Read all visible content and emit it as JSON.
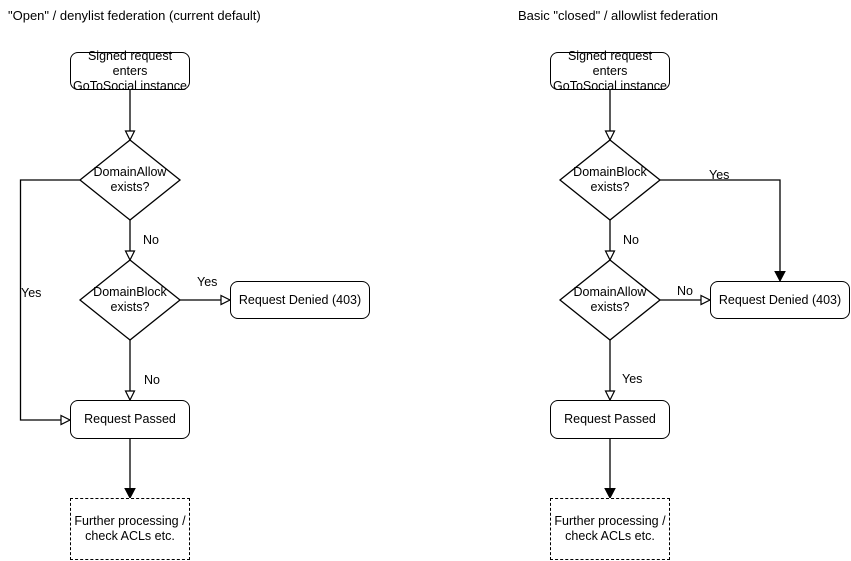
{
  "left": {
    "title": "\"Open\" / denylist federation (current default)",
    "nodes": {
      "start": "Signed request enters\nGoToSocial instance",
      "decision1": "DomainAllow\nexists?",
      "decision2": "DomainBlock\nexists?",
      "denied": "Request Denied (403)",
      "passed": "Request Passed",
      "further": "Further processing /\ncheck ACLs etc."
    },
    "edge_labels": {
      "decision1_no": "No",
      "decision1_yes": "Yes",
      "decision2_yes": "Yes",
      "decision2_no": "No"
    }
  },
  "right": {
    "title": "Basic \"closed\" / allowlist federation",
    "nodes": {
      "start": "Signed request enters\nGoToSocial instance",
      "decision1": "DomainBlock\nexists?",
      "decision2": "DomainAllow\nexists?",
      "denied": "Request Denied (403)",
      "passed": "Request Passed",
      "further": "Further processing /\ncheck ACLs etc."
    },
    "edge_labels": {
      "decision1_yes": "Yes",
      "decision1_no": "No",
      "decision2_no": "No",
      "decision2_yes": "Yes"
    }
  },
  "colors": {
    "stroke": "#000000",
    "node_fill": "#ffffff",
    "text": "#000000",
    "background": "#ffffff"
  }
}
